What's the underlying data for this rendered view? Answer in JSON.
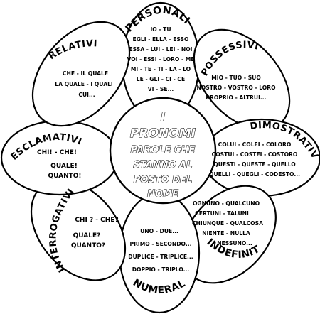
{
  "center": {
    "lines": [
      "I",
      "PRONOMI",
      "PAROLE CHE",
      "STANNO AL",
      "POSTO DEL",
      "NOME"
    ]
  },
  "petals": {
    "personali": {
      "title": "PERSONALI",
      "items": [
        "IO - TU",
        "EGLI - ELLA - ESSO",
        "ESSA - LUI - LEI - NOI",
        "VOI - ESSI - LORO - ME",
        "MI - TE - TI - LA - LO",
        "LE - GLI - CI - CE",
        "VI - SE..."
      ]
    },
    "possessivi": {
      "title": "POSSESSIVI",
      "items": [
        "MIO - TUO - SUO",
        "NOSTRO - VOSTRO - LORO",
        "PROPRIO - ALTRUI..."
      ]
    },
    "dimostrativi": {
      "title": "DIMOSTRATIVI",
      "items": [
        "COLUI - COLEI - COLORO",
        "COSTUI - COSTEI - COSTORO",
        "QUESTI - QUESTE - QUELLO",
        "QUELLI - QUEGLI - CODESTO..."
      ]
    },
    "indefiniti": {
      "title": "INDEFINITI",
      "items": [
        "OGNUNO - QUALCUNO",
        "CERTUNI - TALUNI",
        "CHIUNQUE - QUALCOSA",
        "NIENTE - NULLA",
        "NESSUNO..."
      ]
    },
    "numerali": {
      "title": "NUMERALI",
      "items": [
        "UNO - DUE...",
        "PRIMO - SECONDO...",
        "DUPLICE - TRIPLICE...",
        "DOPPIO - TRIPLO..."
      ]
    },
    "interrogativi": {
      "title": "INTERROGATIVI",
      "items": [
        "CHI ? - CHE?",
        "QUALE?",
        "QUANTO?"
      ]
    },
    "esclamativi": {
      "title": "ESCLAMATIVI",
      "items": [
        "CHI! - CHE!",
        "QUALE!",
        "QUANTO!"
      ]
    },
    "relativi": {
      "title": "RELATIVI",
      "items": [
        "CHE - IL QUALE",
        "LA QUALE - I QUALI",
        "CUI..."
      ]
    }
  }
}
